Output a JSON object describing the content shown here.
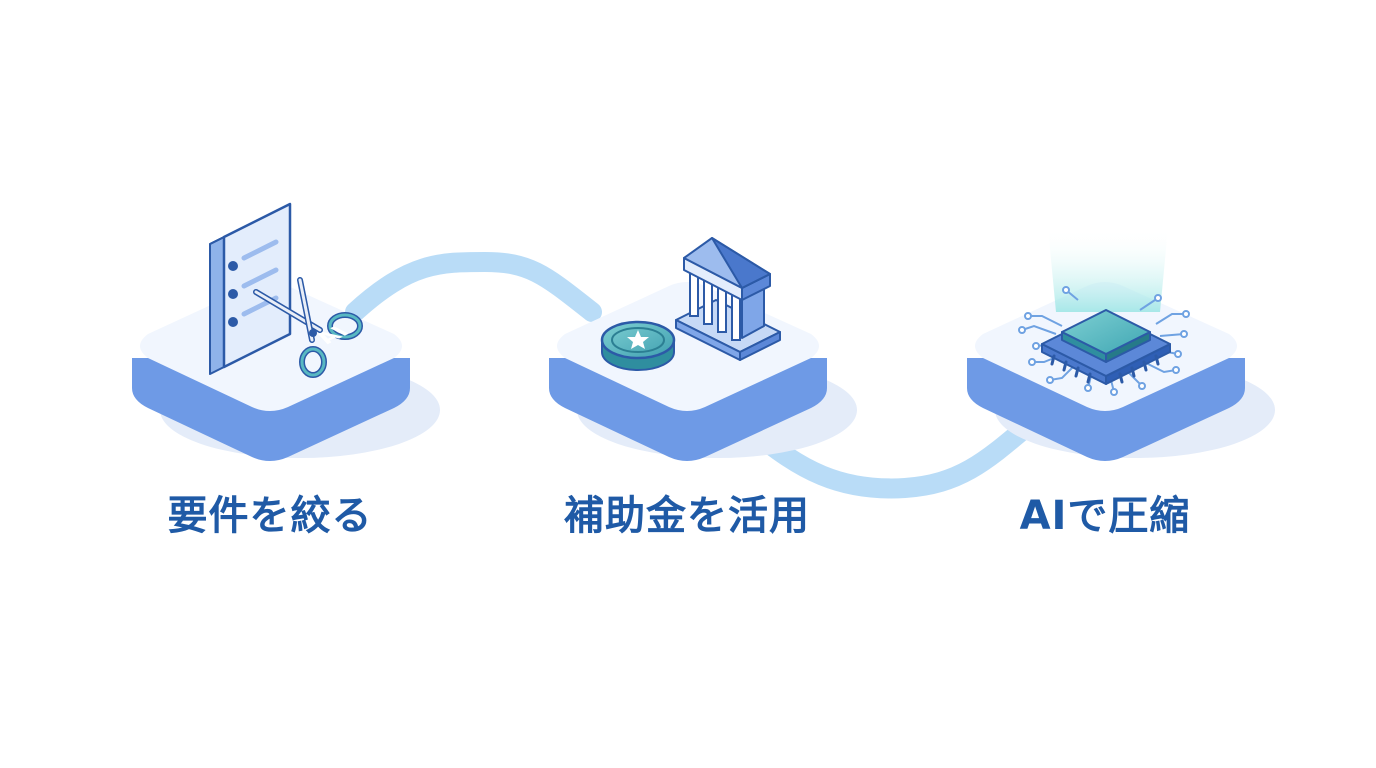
{
  "steps": [
    {
      "label": "要件を絞る",
      "icon": "document-scissors-icon"
    },
    {
      "label": "補助金を活用",
      "icon": "bank-coin-icon"
    },
    {
      "label": "AIで圧縮",
      "icon": "ai-chip-icon"
    }
  ],
  "chip": {
    "text": "AI"
  },
  "colors": {
    "label_text": "#1f5aa6",
    "platform_top": "#f1f6fe",
    "platform_side": "#6e9ae6",
    "connector": "#b9dcf7",
    "icon_stroke": "#2c5aa7",
    "icon_fill": "#e3edfc",
    "accent_teal": "#58b8c2"
  }
}
